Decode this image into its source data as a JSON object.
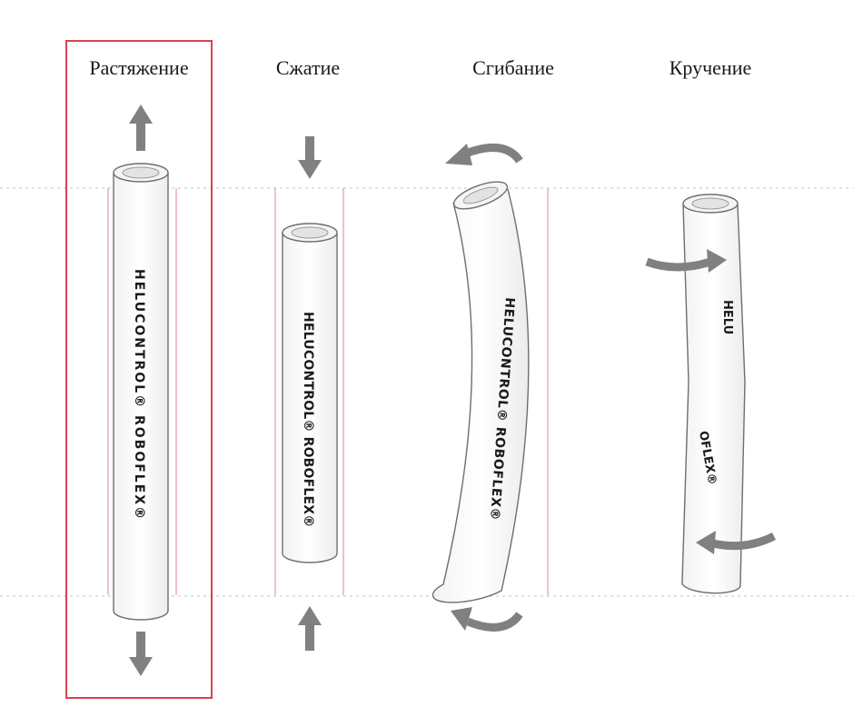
{
  "labels": {
    "tension": "Растяжение",
    "compression": "Сжатие",
    "bending": "Сгибание",
    "torsion": "Кручение"
  },
  "cable_text": "HELUCONTROL® ROBOFLEX®",
  "cable_text_fragment_1": "HELU",
  "cable_text_fragment_2": "OFLEX®",
  "colors": {
    "highlight_frame": "#d9414e",
    "guide_line": "#e39aa0",
    "arrow": "#808080",
    "outline": "#6e6e6e",
    "dotted": "#c8c8c8"
  },
  "selected": "tension"
}
